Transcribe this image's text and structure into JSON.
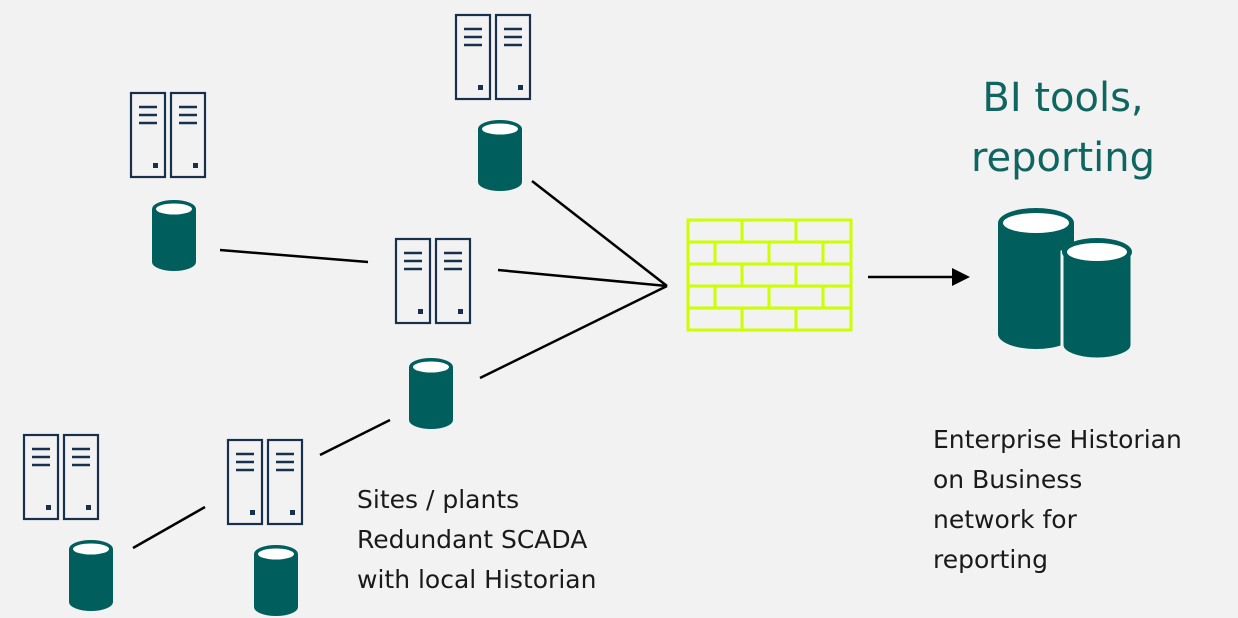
{
  "colors": {
    "background": "#f2f2f2",
    "server_outline": "#17304d",
    "database_fill": "#005f5c",
    "database_top": "#ffffff",
    "firewall": "#ccff00",
    "line": "#000000",
    "bi_text": "#0f6560",
    "body_text": "#1a1a1a"
  },
  "icons": [
    "server-rack-icon",
    "database-icon",
    "firewall-icon",
    "arrow-icon"
  ],
  "bi_label": {
    "line1": "BI tools,",
    "line2": "reporting"
  },
  "sites_label": {
    "line1": "Sites / plants",
    "line2": "Redundant SCADA",
    "line3": "with local Historian"
  },
  "enterprise_label": {
    "line1": "Enterprise Historian",
    "line2": "on Business",
    "line3": "network for",
    "line4": "reporting"
  }
}
